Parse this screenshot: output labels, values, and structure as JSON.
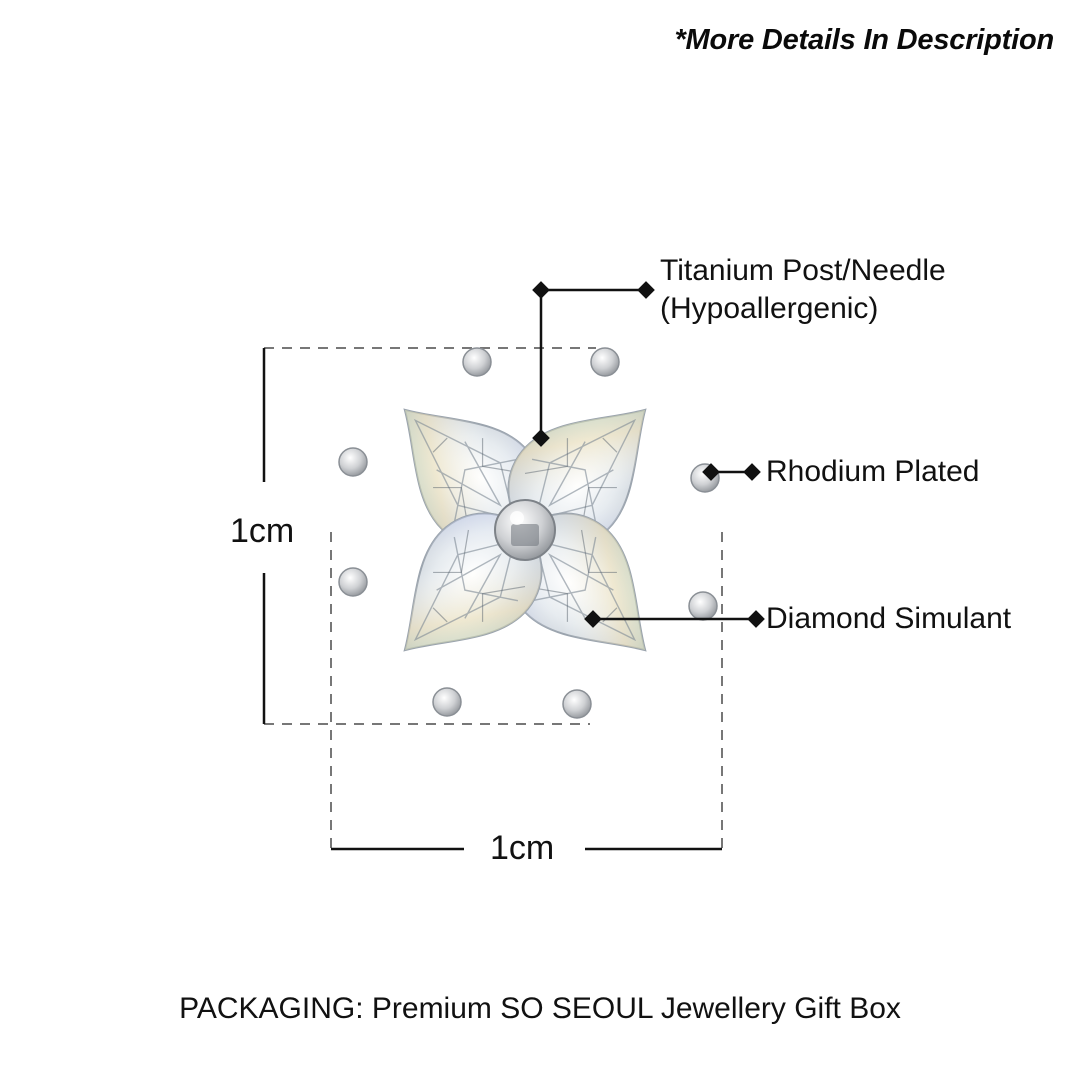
{
  "header": {
    "note": "*More Details In Description"
  },
  "product": {
    "name": "Four-leaf clover heart crystal stud earring",
    "image_alt": "Clover stud earring with four heart-cut stones and a center bead"
  },
  "annotations": {
    "post": {
      "line1": "Titanium Post/Needle",
      "line2": "(Hypoallergenic)"
    },
    "plating": "Rhodium Plated",
    "stone": "Diamond Simulant"
  },
  "dimensions": {
    "height_label": "1cm",
    "width_label": "1cm"
  },
  "footer": {
    "packaging": "PACKAGING: Premium SO SEOUL Jewellery Gift Box"
  },
  "colors": {
    "background": "#ffffff",
    "text": "#111111",
    "dash": "#777777",
    "metal": "#c9cacc",
    "stone": "#e9eef2"
  }
}
